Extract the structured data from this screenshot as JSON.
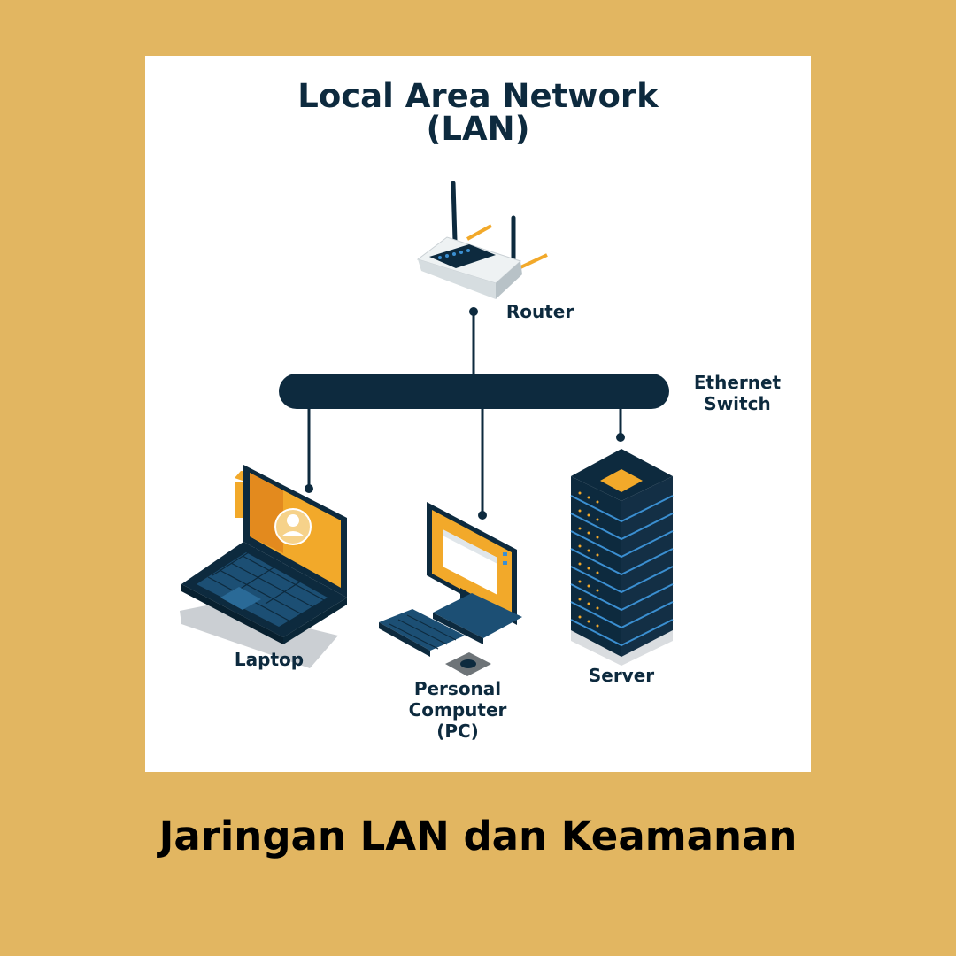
{
  "diagram": {
    "title_line1": "Local Area Network",
    "title_line2": "(LAN)",
    "nodes": {
      "router": "Router",
      "switch_line1": "Ethernet",
      "switch_line2": "Switch",
      "laptop": "Laptop",
      "pc_line1": "Personal",
      "pc_line2": "Computer",
      "pc_line3": "(PC)",
      "server": "Server"
    }
  },
  "caption": "Jaringan LAN dan Keamanan",
  "colors": {
    "background": "#e2b661",
    "card": "#ffffff",
    "navy": "#0d2a3e",
    "orange": "#f2a92a",
    "blue": "#1b5e8c"
  },
  "icons": [
    "router-icon",
    "laptop-icon",
    "pc-icon",
    "server-icon"
  ]
}
